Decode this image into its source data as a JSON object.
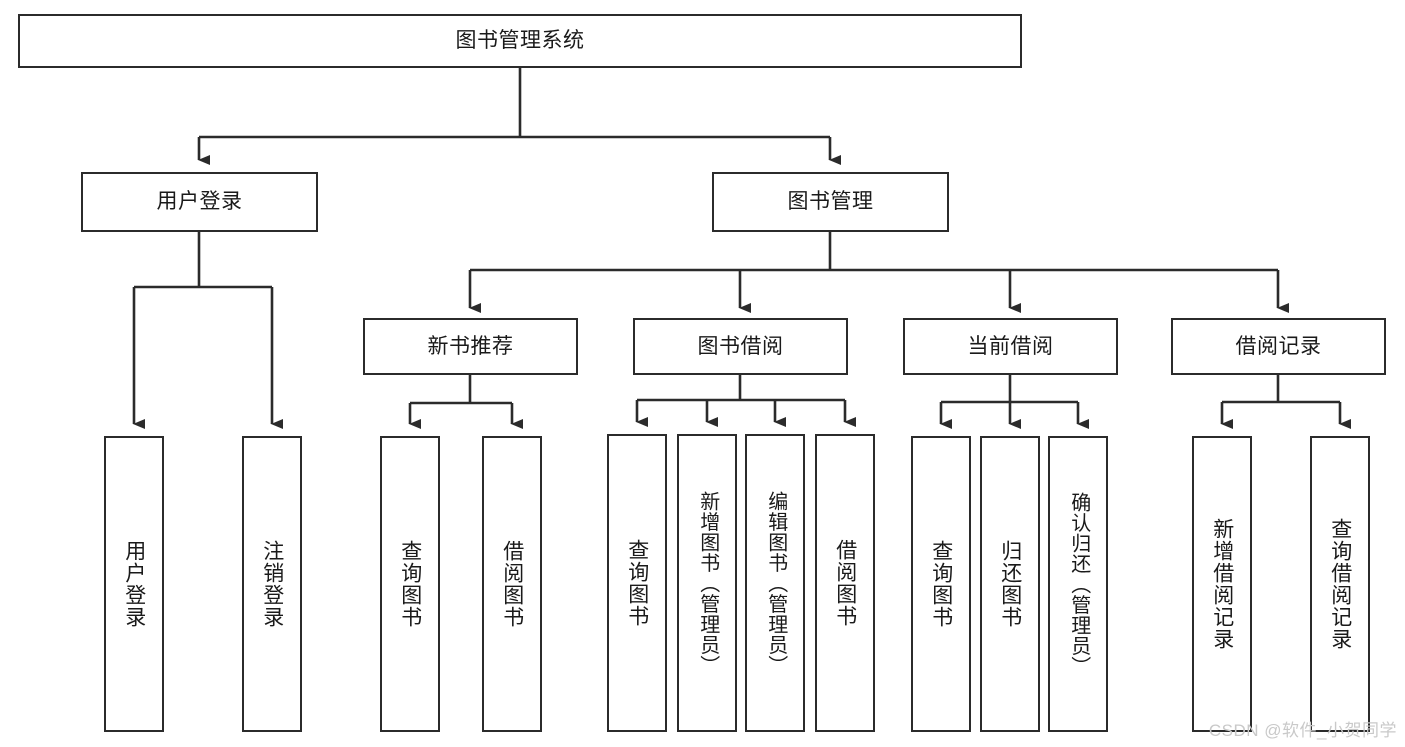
{
  "diagram": {
    "type": "tree",
    "title": "图书管理系统",
    "root": {
      "id": "root",
      "label": "图书管理系统"
    },
    "level1": [
      {
        "id": "user-login",
        "label": "用户登录"
      },
      {
        "id": "book-manage",
        "label": "图书管理"
      }
    ],
    "level2": [
      {
        "id": "new-book-rec",
        "label": "新书推荐",
        "parent": "book-manage"
      },
      {
        "id": "book-borrow",
        "label": "图书借阅",
        "parent": "book-manage"
      },
      {
        "id": "current-borrow",
        "label": "当前借阅",
        "parent": "book-manage"
      },
      {
        "id": "borrow-record",
        "label": "借阅记录",
        "parent": "book-manage"
      }
    ],
    "leaves": [
      {
        "id": "leaf-user-login",
        "label": "用户登录",
        "parent": "user-login"
      },
      {
        "id": "leaf-user-logout",
        "label": "注销登录",
        "parent": "user-login"
      },
      {
        "id": "leaf-query-book-1",
        "label": "查询图书",
        "parent": "new-book-rec"
      },
      {
        "id": "leaf-borrow-book-1",
        "label": "借阅图书",
        "parent": "new-book-rec"
      },
      {
        "id": "leaf-query-book-2",
        "label": "查询图书",
        "parent": "book-borrow"
      },
      {
        "id": "leaf-add-book",
        "label": "新增图书（管理员）",
        "parent": "book-borrow"
      },
      {
        "id": "leaf-edit-book",
        "label": "编辑图书（管理员）",
        "parent": "book-borrow"
      },
      {
        "id": "leaf-borrow-book-2",
        "label": "借阅图书",
        "parent": "book-borrow"
      },
      {
        "id": "leaf-query-book-3",
        "label": "查询图书",
        "parent": "current-borrow"
      },
      {
        "id": "leaf-return-book",
        "label": "归还图书",
        "parent": "current-borrow"
      },
      {
        "id": "leaf-confirm-return",
        "label": "确认归还（管理员）",
        "parent": "current-borrow"
      },
      {
        "id": "leaf-add-record",
        "label": "新增借阅记录",
        "parent": "borrow-record"
      },
      {
        "id": "leaf-query-record",
        "label": "查询借阅记录",
        "parent": "borrow-record"
      }
    ],
    "colors": {
      "stroke": "#2b2b2b",
      "fill": "#ffffff",
      "text": "#1a1a1a",
      "watermark": "#c9c9c9"
    }
  },
  "watermark": {
    "text": "CSDN @软件_小贺同学"
  }
}
